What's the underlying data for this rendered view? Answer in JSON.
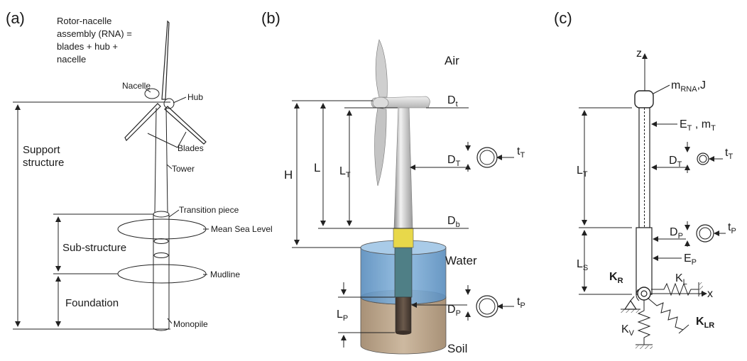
{
  "panels": {
    "a": {
      "label": "(a)",
      "rna_line1": "Rotor-nacelle",
      "rna_line2": "assembly (RNA) =",
      "rna_line3": "blades + hub +",
      "rna_line4": "nacelle",
      "nacelle": "Nacelle",
      "hub": "Hub",
      "blades": "Blades",
      "tower": "Tower",
      "transition_piece": "Transition piece",
      "mean_sea_level": "Mean Sea Level",
      "mudline": "Mudline",
      "monopile": "Monopile",
      "support_line1": "Support",
      "support_line2": "structure",
      "sub_structure": "Sub-structure",
      "foundation": "Foundation"
    },
    "b": {
      "label": "(b)",
      "air": "Air",
      "water": "Water",
      "soil": "Soil",
      "H": "H",
      "L": "L",
      "LT_main": "L",
      "LT_sub": "T",
      "Dt_main": "D",
      "Dt_sub": "t",
      "DT_main": "D",
      "DT_sub": "T",
      "tT_main": "t",
      "tT_sub": "T",
      "Db_main": "D",
      "Db_sub": "b",
      "LP_main": "L",
      "LP_sub": "P",
      "DP_main": "D",
      "DP_sub": "P",
      "tP_main": "t",
      "tP_sub": "P"
    },
    "c": {
      "label": "(c)",
      "z": "z",
      "x": "x",
      "mRNA_main": "m",
      "mRNA_sub": "RNA",
      "mRNA_tail": ",J",
      "ET_main": "E",
      "ET_sub": "T",
      "mT_main": " , m",
      "mT_sub": "T",
      "LT_main": "L",
      "LT_sub": "T",
      "DT_main": "D",
      "DT_sub": "T",
      "tT_main": "t",
      "tT_sub": "T",
      "DP_main": "D",
      "DP_sub": "P",
      "tP_main": "t",
      "tP_sub": "P",
      "EP_main": "E",
      "EP_sub": "P",
      "LS_main": "L",
      "LS_sub": "S",
      "KR_main": "K",
      "KR_sub": "R",
      "KL_main": "K",
      "KL_sub": "L",
      "KLR_main": "K",
      "KLR_sub": "LR",
      "KV_main": "K",
      "KV_sub": "V"
    }
  },
  "colors": {
    "water": "#6f9fc9",
    "soil": "#b9a48c",
    "transition": "#e8d84a",
    "blade": "#c9c9c9",
    "pile": "#4b4038"
  }
}
